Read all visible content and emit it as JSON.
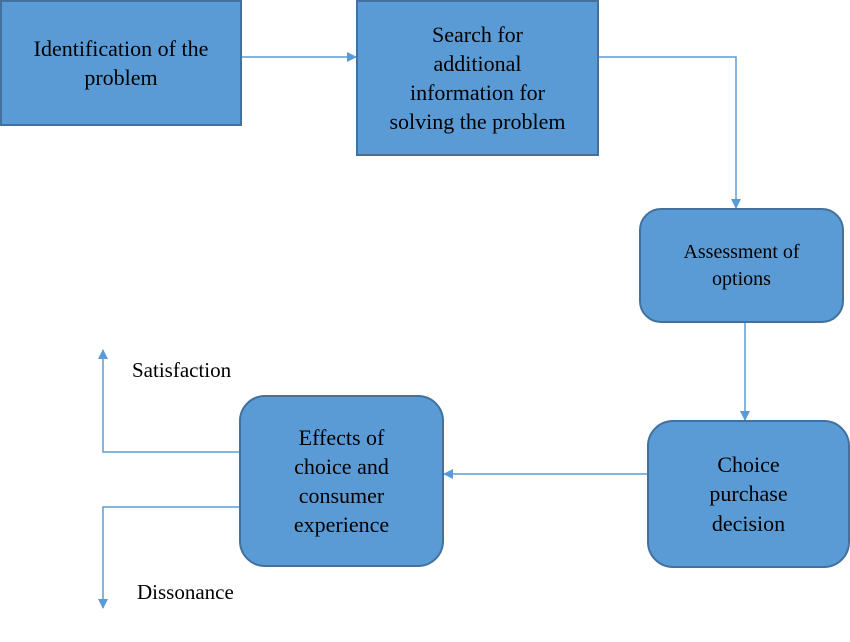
{
  "steps": {
    "identification": "Identification of the\nproblem",
    "search": "Search for\nadditional\ninformation for\nsolving the problem",
    "assessment": "Assessment of\noptions",
    "choice": "Choice\npurchase\ndecision",
    "effects": "Effects of\nchoice and\nconsumer\nexperience"
  },
  "outcomes": {
    "satisfaction": "Satisfaction",
    "dissonance": "Dissonance"
  },
  "colors": {
    "box_fill": "#5b9bd5",
    "box_border": "#41719c",
    "connector": "#5b9bd5"
  }
}
